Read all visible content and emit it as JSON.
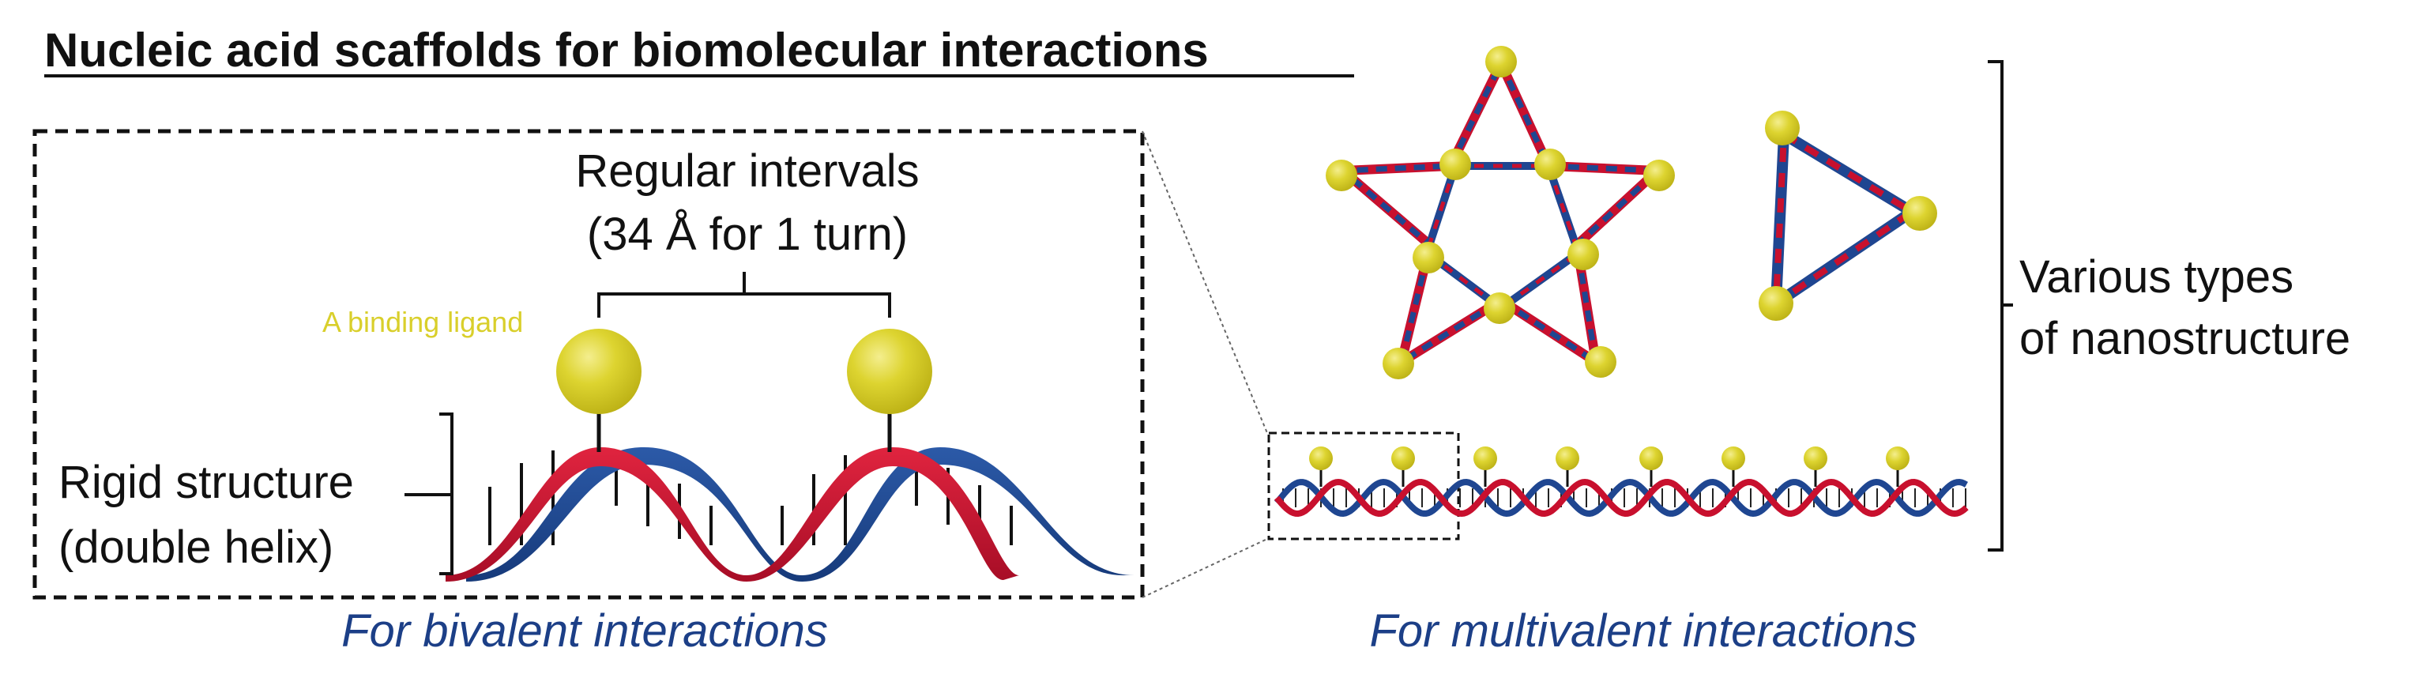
{
  "title": "Nucleic acid scaffolds for biomolecular interactions",
  "left_panel": {
    "interval_label_line1": "Regular intervals",
    "interval_label_line2": "(34 Å for 1 turn)",
    "ligand_label": "A binding ligand",
    "structure_label_line1": "Rigid structure",
    "structure_label_line2": "(double helix)",
    "caption": "For bivalent interactions"
  },
  "right_panel": {
    "nanostructure_label_line1": "Various types",
    "nanostructure_label_line2": "of nanostructure",
    "caption": "For multivalent interactions"
  },
  "colors": {
    "ligand": "#d6cc25",
    "ligand_label": "#d9cf2b",
    "strand_red": "#c8102e",
    "strand_blue": "#1f4691",
    "caption": "#1c3f87",
    "text": "#111111"
  },
  "icons": {
    "ligand": "yellow-sphere-icon",
    "helix": "double-helix-icon",
    "star": "star-nanostructure-icon",
    "triangle": "triangle-nanostructure-icon"
  }
}
